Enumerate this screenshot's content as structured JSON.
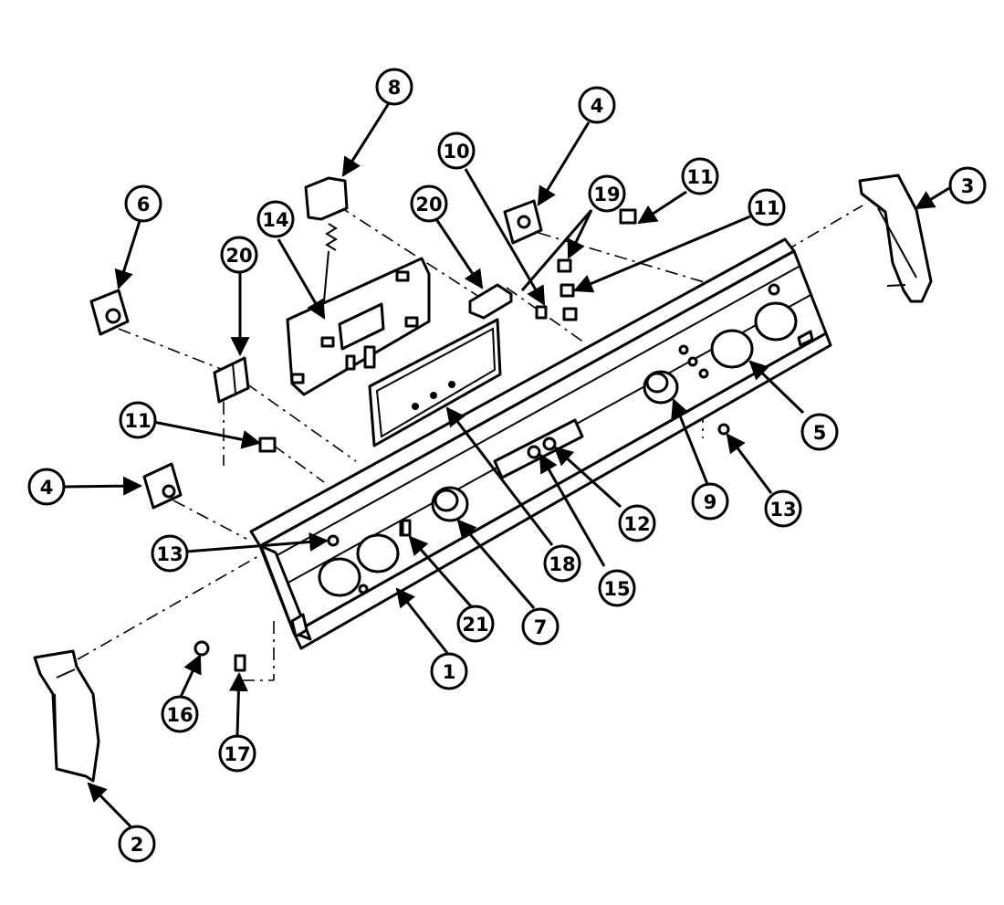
{
  "callouts": {
    "c8": "8",
    "c4_top": "4",
    "c10": "10",
    "c19": "19",
    "c11_a": "11",
    "c11_b": "11",
    "c3": "3",
    "c6": "6",
    "c14": "14",
    "c20_left": "20",
    "c20_right": "20",
    "c11_left": "11",
    "c4_left": "4",
    "c5": "5",
    "c9": "9",
    "c13_right": "13",
    "c12": "12",
    "c15": "15",
    "c18": "18",
    "c7": "7",
    "c21": "21",
    "c13_left": "13",
    "c1": "1",
    "c16": "16",
    "c17": "17",
    "c2": "2"
  },
  "icons": {
    "arrowhead": "arrowhead-icon"
  }
}
